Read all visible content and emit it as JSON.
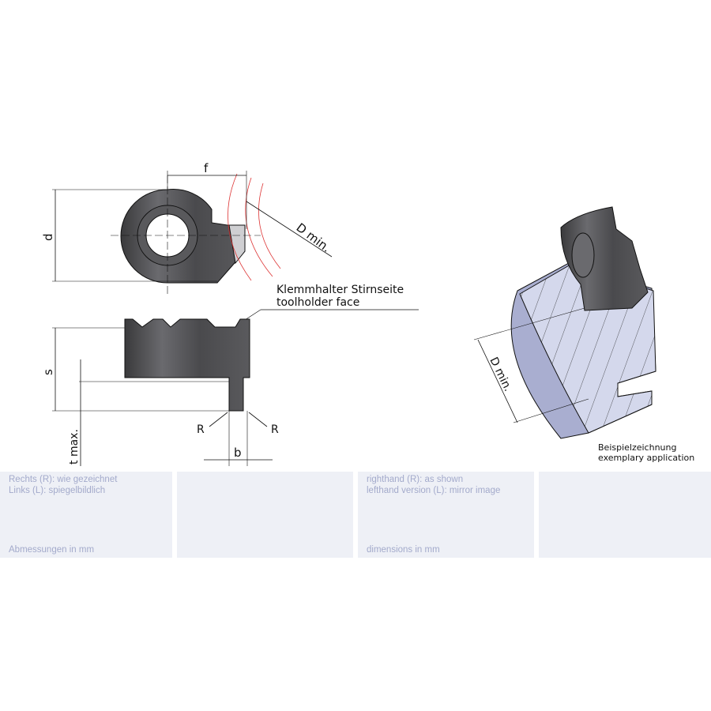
{
  "drawing": {
    "dim_f": "f",
    "dim_d": "d",
    "dim_s": "s",
    "dim_b": "b",
    "dim_t_max": "t max.",
    "dim_r_left": "R",
    "dim_r_right": "R",
    "dim_d_min": "D min.",
    "callout_de": "Klemmhalter Stirnseite",
    "callout_en": "toolholder face",
    "example_d_min": "D min.",
    "example_caption_de": "Beispielzeichnung",
    "example_caption_en": "exemplary application"
  },
  "panels": {
    "de_line1": "Rechts (R): wie gezeichnet",
    "de_line2": "Links (L): spiegelbildlich",
    "de_units": "Abmessungen in mm",
    "en_line1": "righthand (R): as shown",
    "en_line2": "lefthand version (L): mirror image",
    "en_units": "dimensions in mm"
  }
}
